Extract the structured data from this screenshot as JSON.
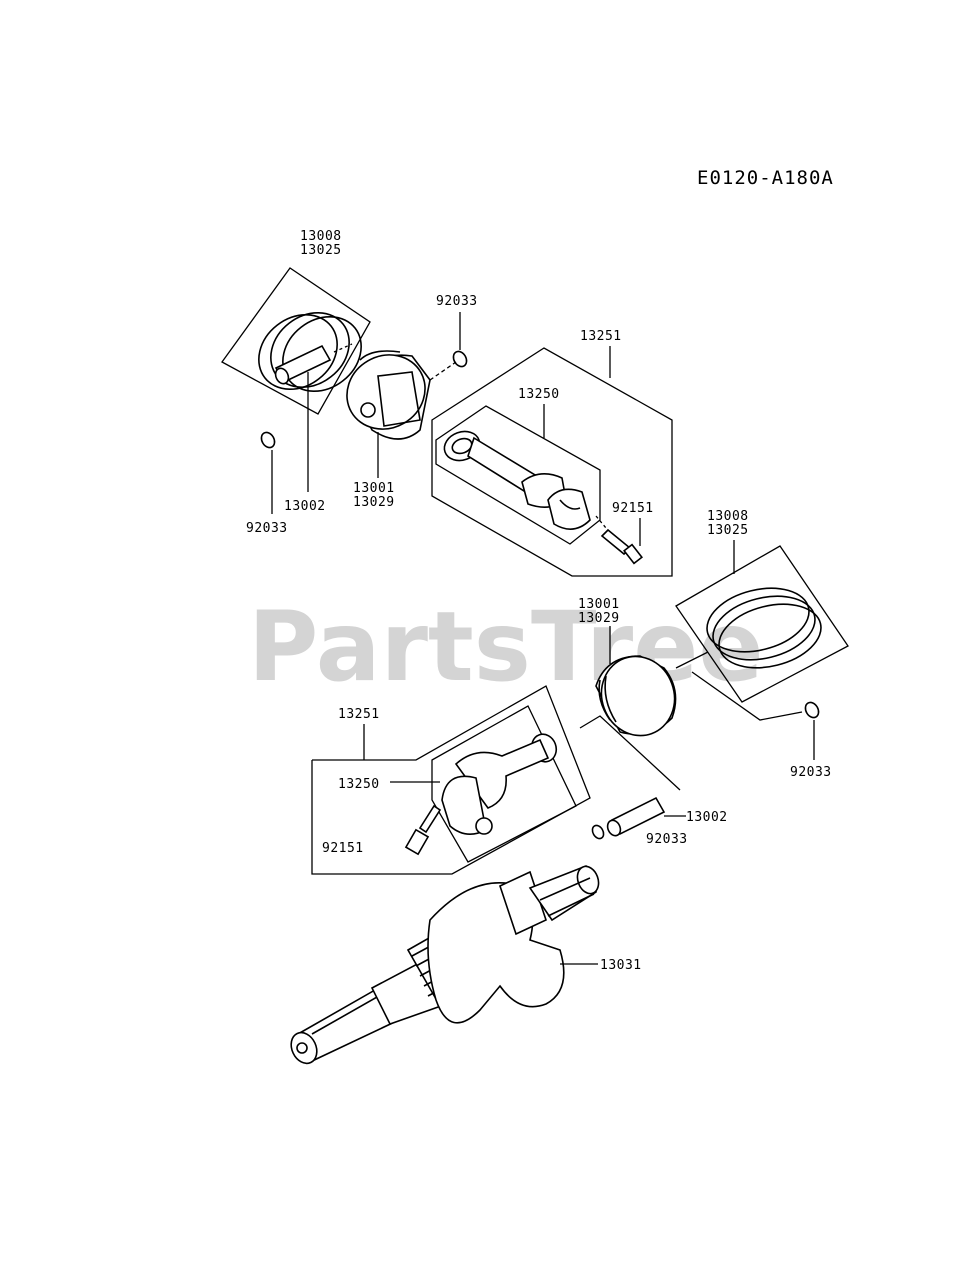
{
  "diagram_code": "E0120-A180A",
  "watermark": "PartsTree",
  "labels": {
    "top_rings_a": "13008",
    "top_rings_b": "13025",
    "top_circlip_upper": "92033",
    "top_rod_assy": "13251",
    "top_rod": "13250",
    "top_bolt": "92151",
    "top_piston_a": "13001",
    "top_piston_b": "13029",
    "top_pin": "13002",
    "top_circlip_lower": "92033",
    "right_rings_a": "13008",
    "right_rings_b": "13025",
    "right_piston_a": "13001",
    "right_piston_b": "13029",
    "right_circlip": "92033",
    "right_pin": "13002",
    "right_circlip_lower": "92033",
    "bottom_rod_assy": "13251",
    "bottom_rod": "13250",
    "bottom_bolt": "92151",
    "crankshaft": "13031"
  }
}
